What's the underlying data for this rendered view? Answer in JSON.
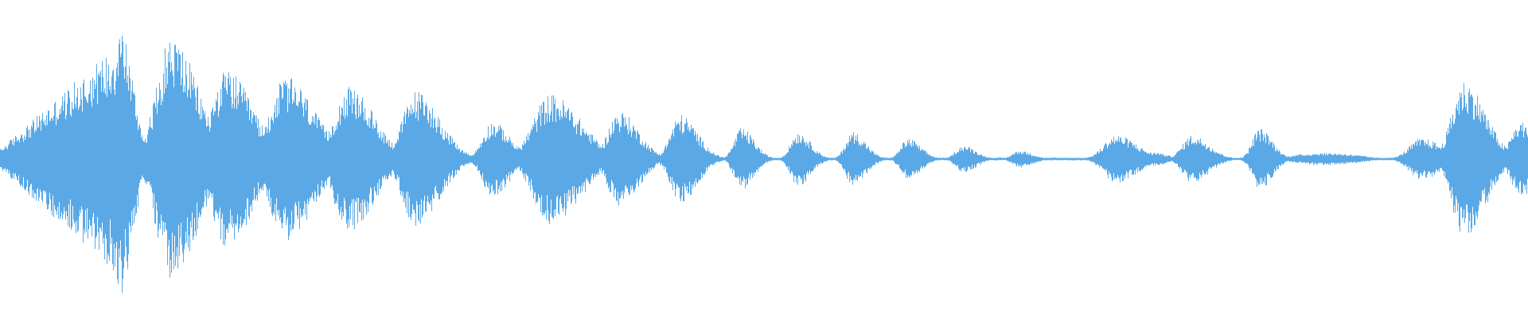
{
  "waveform": {
    "color": "#5aa9e6",
    "baseline_amplitude": 0.004,
    "peak_scale": 0.42,
    "segments": [
      {
        "type": "ramp",
        "from": 0.0,
        "to": 0.075,
        "start_amp": 0.03,
        "end_amp": 0.33
      },
      {
        "type": "burst",
        "center": 0.078,
        "width": 0.006,
        "amp": 0.4
      },
      {
        "type": "burst",
        "center": 0.112,
        "width": 0.012,
        "amp": 0.36
      },
      {
        "type": "burst",
        "center": 0.148,
        "width": 0.012,
        "amp": 0.26
      },
      {
        "type": "burst",
        "center": 0.187,
        "width": 0.013,
        "amp": 0.24
      },
      {
        "type": "burst",
        "center": 0.228,
        "width": 0.012,
        "amp": 0.21
      },
      {
        "type": "burst",
        "center": 0.272,
        "width": 0.011,
        "amp": 0.2
      },
      {
        "type": "burst",
        "center": 0.286,
        "width": 0.006,
        "amp": 0.04
      },
      {
        "type": "burst",
        "center": 0.322,
        "width": 0.008,
        "amp": 0.11
      },
      {
        "type": "burst",
        "center": 0.36,
        "width": 0.014,
        "amp": 0.19
      },
      {
        "type": "burst",
        "center": 0.405,
        "width": 0.009,
        "amp": 0.14
      },
      {
        "type": "burst",
        "center": 0.445,
        "width": 0.008,
        "amp": 0.13
      },
      {
        "type": "burst",
        "center": 0.485,
        "width": 0.006,
        "amp": 0.09
      },
      {
        "type": "burst",
        "center": 0.522,
        "width": 0.006,
        "amp": 0.08
      },
      {
        "type": "burst",
        "center": 0.558,
        "width": 0.006,
        "amp": 0.08
      },
      {
        "type": "burst",
        "center": 0.594,
        "width": 0.006,
        "amp": 0.06
      },
      {
        "type": "burst",
        "center": 0.63,
        "width": 0.006,
        "amp": 0.04
      },
      {
        "type": "burst",
        "center": 0.667,
        "width": 0.006,
        "amp": 0.025
      },
      {
        "type": "burst",
        "center": 0.73,
        "width": 0.01,
        "amp": 0.07
      },
      {
        "type": "burst",
        "center": 0.755,
        "width": 0.006,
        "amp": 0.02
      },
      {
        "type": "burst",
        "center": 0.78,
        "width": 0.008,
        "amp": 0.07
      },
      {
        "type": "burst",
        "center": 0.824,
        "width": 0.006,
        "amp": 0.09
      },
      {
        "type": "plateau",
        "from": 0.83,
        "to": 0.905,
        "amp": 0.018
      },
      {
        "type": "burst",
        "center": 0.93,
        "width": 0.01,
        "amp": 0.06
      },
      {
        "type": "burst",
        "center": 0.958,
        "width": 0.01,
        "amp": 0.23
      },
      {
        "type": "burst",
        "center": 0.995,
        "width": 0.008,
        "amp": 0.11
      }
    ]
  }
}
